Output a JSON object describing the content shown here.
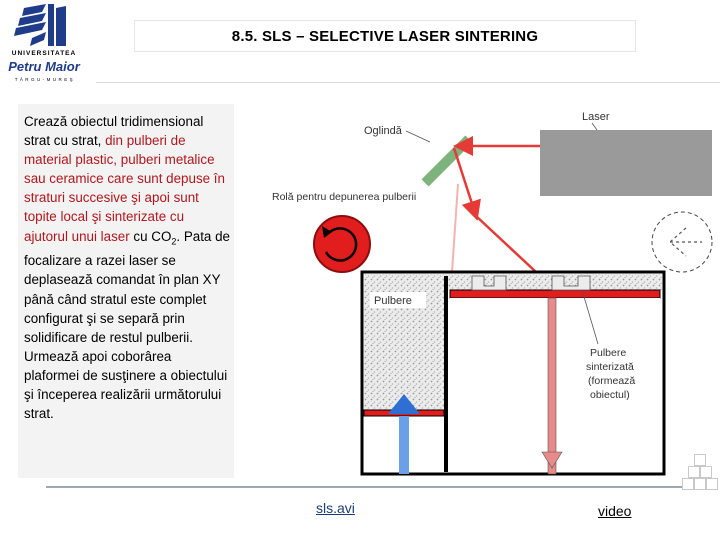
{
  "header": {
    "title": "8.5. SLS – SELECTIVE LASER SINTERING",
    "logo": {
      "university": "UNIVERSITATEA",
      "name": "Petru Maior",
      "city": "T Â R G U - M U R E Ş"
    }
  },
  "description": {
    "p1": "Crează obiectul tridimensional strat cu strat, ",
    "p2": "din pulberi de material plastic, pulberi metalice sau ceramice care sunt depuse în straturi succesive şi apoi sunt topite local şi sinterizate cu ajutorul unui laser",
    "p3": " cu CO",
    "sub": "2",
    "p4": ". Pata de focalizare a razei laser se deplasează comandat în plan XY până când stratul este complet configurat  şi se separă prin solidificare de restul pulberii. Urmează apoi coborârea plaformei de susţinere a obiectului şi începerea realizării următorului strat."
  },
  "diagram": {
    "labels": {
      "mirror": "Oglindă",
      "laser": "Laser",
      "roller": "Rolă pentru depunerea pulberii",
      "powder": "Pulbere",
      "sintered_1": "Pulbere",
      "sintered_2": "sinterizată",
      "sintered_3": "(formează",
      "sintered_4": "obiectul)"
    }
  },
  "footer": {
    "link_file": "sls.avi",
    "link_video": "video"
  },
  "colors": {
    "red": "#e53a35",
    "dark_red": "#b0171d",
    "laser_body": "#9a9a9a",
    "mirror": "#7db37d",
    "arrow_blue": "#2f6fd1",
    "piston": "#e88a8a"
  }
}
